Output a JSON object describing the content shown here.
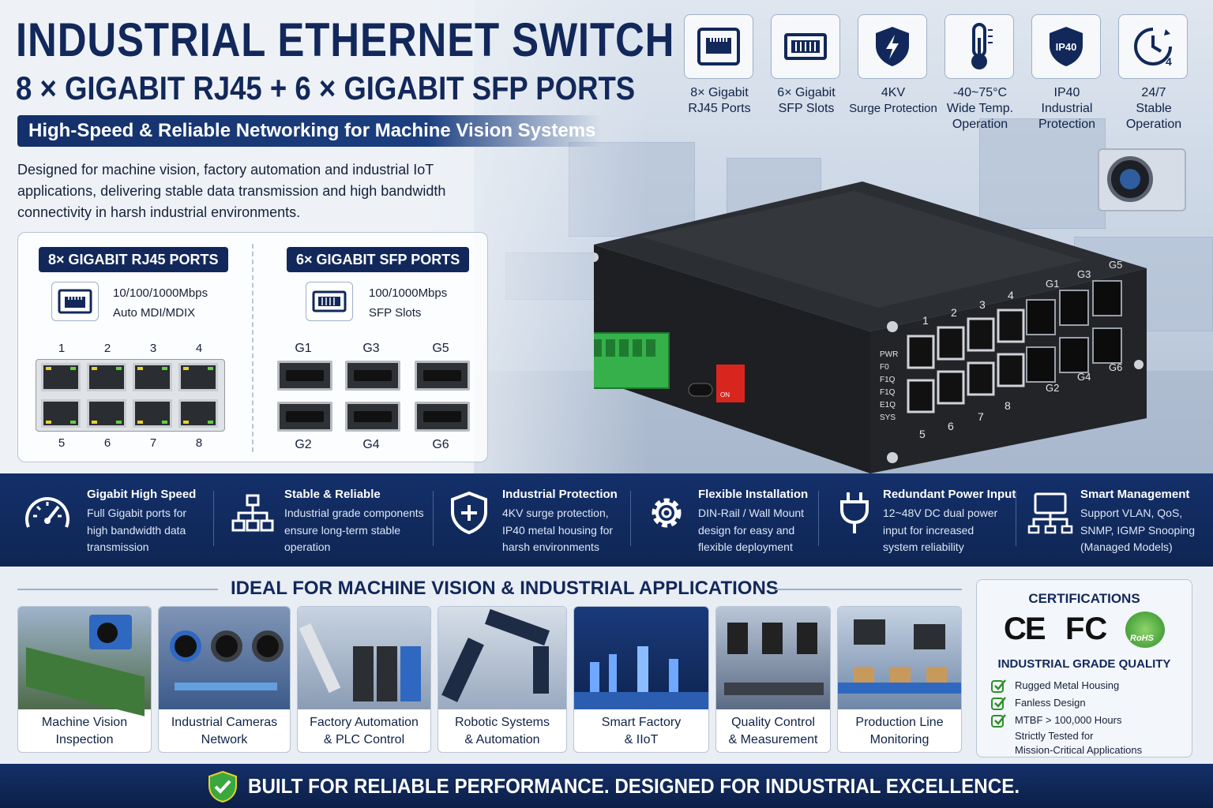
{
  "header": {
    "title": "INDUSTRIAL ETHERNET SWITCH",
    "subtitle": "8 × GIGABIT RJ45 + 6 × GIGABIT SFP PORTS",
    "tagline": "High-Speed & Reliable Networking for Machine Vision Systems",
    "description": "Designed for machine vision, factory automation and industrial IoT applications, delivering stable data transmission and high bandwidth connectivity in harsh industrial environments."
  },
  "features": [
    {
      "icon": "rj45-port-icon",
      "line1": "8× Gigabit",
      "line2": "RJ45 Ports",
      "line3": ""
    },
    {
      "icon": "sfp-slot-icon",
      "line1": "6× Gigabit",
      "line2": "SFP Slots",
      "line3": ""
    },
    {
      "icon": "shield-bolt-icon",
      "line1": "4KV",
      "line2": "Surge Protection",
      "line3": ""
    },
    {
      "icon": "thermometer-icon",
      "line1": "-40~75°C",
      "line2": "Wide Temp.",
      "line3": "Operation"
    },
    {
      "icon": "ip40-shield-icon",
      "line1": "IP40",
      "line2": "Industrial",
      "line3": "Protection"
    },
    {
      "icon": "clock-24-7-icon",
      "line1": "24/7",
      "line2": "Stable",
      "line3": "Operation"
    }
  ],
  "feature_icon_text": {
    "ip40": "IP40"
  },
  "ports": {
    "rj45": {
      "heading": "8× GIGABIT RJ45 PORTS",
      "speed": "10/100/1000Mbps",
      "mode": "Auto MDI/MDIX",
      "top_numbers": [
        "1",
        "2",
        "3",
        "4"
      ],
      "bottom_numbers": [
        "5",
        "6",
        "7",
        "8"
      ]
    },
    "sfp": {
      "heading": "6× GIGABIT SFP PORTS",
      "speed": "100/1000Mbps",
      "mode": "SFP Slots",
      "top_labels": [
        "G1",
        "G3",
        "G5"
      ],
      "bottom_labels": [
        "G2",
        "G4",
        "G6"
      ]
    }
  },
  "device": {
    "leds": [
      "PWR",
      "F0",
      "F1Q",
      "F1Q",
      "E1Q",
      "SYS"
    ],
    "rj_top": [
      "1",
      "2",
      "3",
      "4"
    ],
    "rj_bottom": [
      "5",
      "6",
      "7",
      "8"
    ],
    "sfp_top": [
      "G1",
      "G3",
      "G5"
    ],
    "sfp_bottom": [
      "G2",
      "G4",
      "G6"
    ],
    "dip": "ON"
  },
  "benefits": [
    {
      "icon": "speedometer-icon",
      "title": "Gigabit High Speed",
      "desc": "Full Gigabit ports for high bandwidth data transmission"
    },
    {
      "icon": "network-tree-icon",
      "title": "Stable & Reliable",
      "desc": "Industrial grade components ensure long-term stable operation"
    },
    {
      "icon": "shield-plus-icon",
      "title": "Industrial Protection",
      "desc": "4KV surge protection, IP40 metal housing for harsh environments"
    },
    {
      "icon": "gear-icon",
      "title": "Flexible Installation",
      "desc": "DIN-Rail / Wall Mount design for easy and flexible deployment"
    },
    {
      "icon": "power-plug-icon",
      "title": "Redundant Power Input",
      "desc": "12~48V DC dual power input for increased system reliability"
    },
    {
      "icon": "managed-network-icon",
      "title": "Smart Management",
      "desc": "Support VLAN, QoS, SNMP, IGMP Snooping (Managed Models)"
    }
  ],
  "applications": {
    "heading": "IDEAL FOR MACHINE VISION & INDUSTRIAL APPLICATIONS",
    "items": [
      {
        "l1": "Machine Vision",
        "l2": "Inspection"
      },
      {
        "l1": "Industrial Cameras",
        "l2": "Network"
      },
      {
        "l1": "Factory Automation",
        "l2": "& PLC Control"
      },
      {
        "l1": "Robotic Systems",
        "l2": "& Automation"
      },
      {
        "l1": "Smart Factory",
        "l2": "& IIoT"
      },
      {
        "l1": "Quality Control",
        "l2": "& Measurement"
      },
      {
        "l1": "Production Line",
        "l2": "Monitoring"
      }
    ]
  },
  "certifications": {
    "heading": "CERTIFICATIONS",
    "logos": [
      "CE",
      "FC",
      "RoHS"
    ],
    "quality_heading": "INDUSTRIAL GRADE QUALITY",
    "checks": [
      "Rugged Metal Housing",
      "Fanless Design",
      "MTBF > 100,000 Hours"
    ],
    "note_l1": "Strictly Tested for",
    "note_l2": "Mission-Critical Applications"
  },
  "footer": {
    "text": "BUILT FOR RELIABLE PERFORMANCE. DESIGNED FOR INDUSTRIAL EXCELLENCE."
  },
  "colors": {
    "navy": "#12285a",
    "band": "#14306a",
    "green": "#2fae3a",
    "led_yellow": "#e8d22a",
    "led_green": "#5fd13d"
  }
}
